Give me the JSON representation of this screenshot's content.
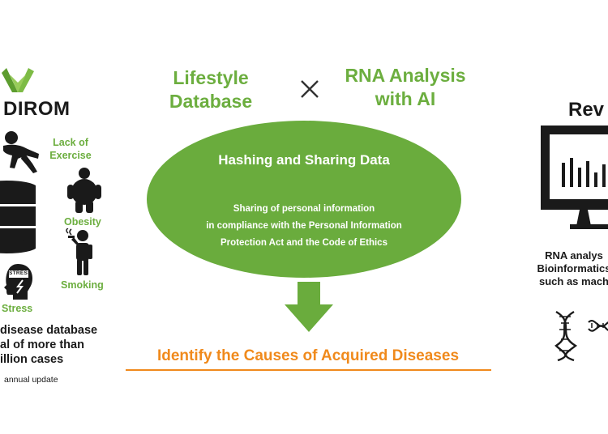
{
  "left": {
    "brand": "DIROM",
    "lack_of_exercise": [
      "Lack of",
      "Exercise"
    ],
    "obesity": "Obesity",
    "smoking": "Smoking",
    "stress_label": "Stress",
    "stress_head_text": "STRESS",
    "database_desc": [
      "disease database",
      "al of more than",
      "illion cases"
    ],
    "update_note": "annual update"
  },
  "center": {
    "lifestyle": [
      "Lifestyle",
      "Database"
    ],
    "rna": [
      "RNA Analysis",
      "with AI"
    ],
    "ellipse_title": "Hashing and Sharing Data",
    "ellipse_lines": [
      "Sharing of personal information",
      "in compliance with the Personal Information",
      "Protection Act and the Code of Ethics"
    ],
    "result": "Identify the Causes of Acquired Diseases"
  },
  "right": {
    "title": "Rev",
    "desc": [
      "RNA analys",
      "Bioinformatics",
      "such as mach"
    ]
  },
  "colors": {
    "green": "#6cae3f",
    "ellipse": "#6aac3d",
    "orange": "#f08a1c",
    "dark": "#1a1a1a"
  }
}
